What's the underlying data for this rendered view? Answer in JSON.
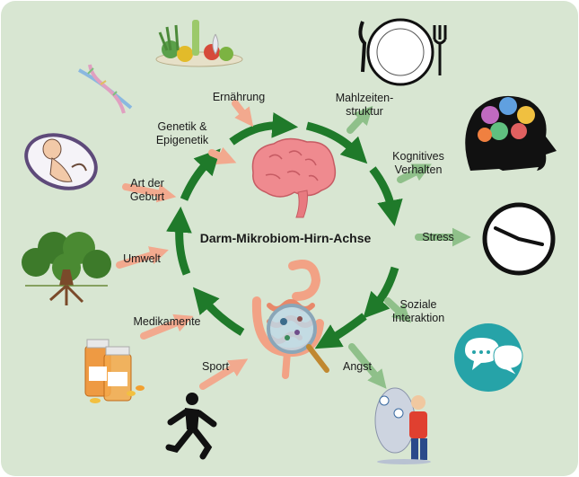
{
  "title": "Darm-Mikrobiom-Hirn-Achse",
  "colors": {
    "background": "#d8e6d2",
    "cycle_arrow": "#1f7a2a",
    "influence_arrow": "#f2a98e",
    "effect_arrow": "#8fc08a",
    "brain": "#ef8a8f",
    "gut": "#f2a285"
  },
  "influences": [
    {
      "id": "ernaehrung",
      "lines": [
        "Ernährung"
      ],
      "icon": "food-bowl-icon"
    },
    {
      "id": "genetik",
      "lines": [
        "Genetik &",
        "Epigenetik"
      ],
      "icon": "dna-icon"
    },
    {
      "id": "geburt",
      "lines": [
        "Art der",
        "Geburt"
      ],
      "icon": "fetus-icon"
    },
    {
      "id": "umwelt",
      "lines": [
        "Umwelt"
      ],
      "icon": "tree-icon"
    },
    {
      "id": "medikamente",
      "lines": [
        "Medikamente"
      ],
      "icon": "pill-bottles-icon"
    },
    {
      "id": "sport",
      "lines": [
        "Sport"
      ],
      "icon": "runner-icon"
    }
  ],
  "effects": [
    {
      "id": "mahlzeiten",
      "lines": [
        "Mahlzeiten-",
        "struktur"
      ],
      "icon": "plate-cutlery-icon"
    },
    {
      "id": "kognitiv",
      "lines": [
        "Kognitives",
        "Verhalten"
      ],
      "icon": "brain-head-icon"
    },
    {
      "id": "stress",
      "lines": [
        "Stress"
      ],
      "icon": "clock-icon"
    },
    {
      "id": "sozial",
      "lines": [
        "Soziale",
        "Interaktion"
      ],
      "icon": "speech-bubbles-icon"
    },
    {
      "id": "angst",
      "lines": [
        "Angst"
      ],
      "icon": "anxious-person-icon"
    }
  ]
}
